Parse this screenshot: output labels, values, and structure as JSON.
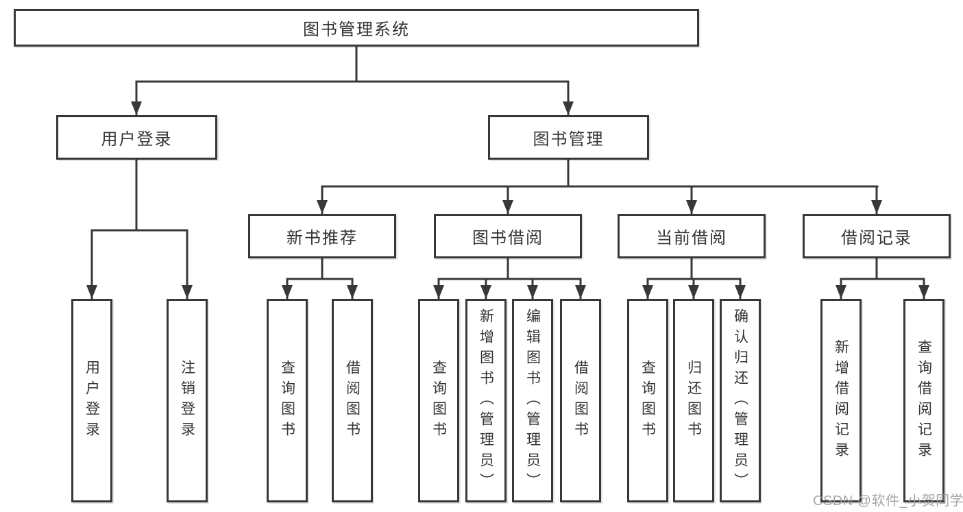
{
  "colors": {
    "line": "#383838",
    "text": "#333333",
    "watermark": "#9e9e9e",
    "background": "#ffffff"
  },
  "watermark": "CSDN @软件_小贺同学",
  "nodes": {
    "root": "图书管理系统",
    "userLogin": "用户登录",
    "bookManagement": "图书管理",
    "newBookRecommend": "新书推荐",
    "bookBorrowing": "图书借阅",
    "currentBorrowing": "当前借阅",
    "borrowingRecords": "借阅记录",
    "leafUserLogin": "用户登录",
    "leafLogout": "注销登录",
    "g1QueryBooks": "查询图书",
    "g1BorrowBooks": "借阅图书",
    "g2QueryBooks": "查询图书",
    "g2AddBooksAdmin": "新增图书（管理员）",
    "g2EditBooksAdmin": "编辑图书（管理员）",
    "g2BorrowBooks": "借阅图书",
    "g3QueryBooks": "查询图书",
    "g3ReturnBooks": "归还图书",
    "g3ConfirmReturnAdmin": "确认归还（管理员）",
    "g4AddBorrowRecord": "新增借阅记录",
    "g4QueryBorrowRecord": "查询借阅记录"
  },
  "hierarchy": {
    "图书管理系统": {
      "用户登录": [
        "用户登录",
        "注销登录"
      ],
      "图书管理": {
        "新书推荐": [
          "查询图书",
          "借阅图书"
        ],
        "图书借阅": [
          "查询图书",
          "新增图书（管理员）",
          "编辑图书（管理员）",
          "借阅图书"
        ],
        "当前借阅": [
          "查询图书",
          "归还图书",
          "确认归还（管理员）"
        ],
        "借阅记录": [
          "新增借阅记录",
          "查询借阅记录"
        ]
      }
    }
  }
}
